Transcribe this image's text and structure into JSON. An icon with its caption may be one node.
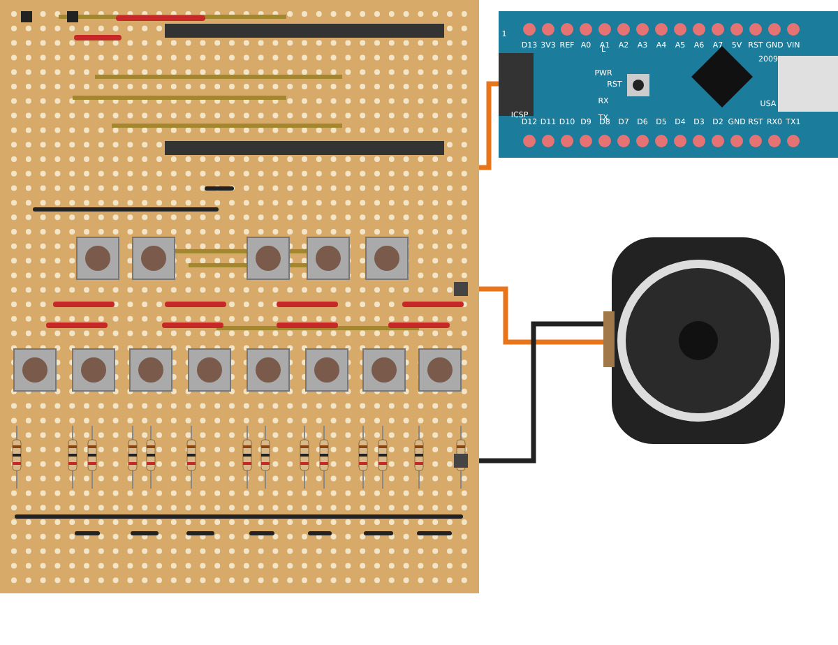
{
  "diagram": {
    "nodes": [
      {
        "text": [],
        "shape": "box"
      },
      {
        "text": [],
        "shape": "box"
      },
      {
        "text": [],
        "shape": "picture"
      }
    ],
    "edges": [
      {
        "from": 0,
        "to": 1,
        "arrow": "none"
      },
      {
        "from": 0,
        "to": 2,
        "arrow": "none"
      },
      {
        "from": 0,
        "to": 2,
        "arrow": "none",
        "color": "#222222"
      }
    ],
    "labels": [
      "D13",
      "3V3",
      "REF",
      "A0",
      "A1",
      "A2",
      "A3",
      "A4",
      "A5",
      "A6",
      "A7",
      "5V",
      "RST",
      "GND",
      "VIN",
      "D12",
      "D11",
      "D10",
      "D9",
      "D8",
      "D7",
      "D6",
      "D5",
      "D4",
      "D3",
      "D2",
      "GND",
      "RST",
      "RX0",
      "TX1",
      "L",
      "PWR",
      "RX",
      "TX",
      "RST",
      "ICSP",
      "1",
      "2009",
      "USA"
    ]
  }
}
